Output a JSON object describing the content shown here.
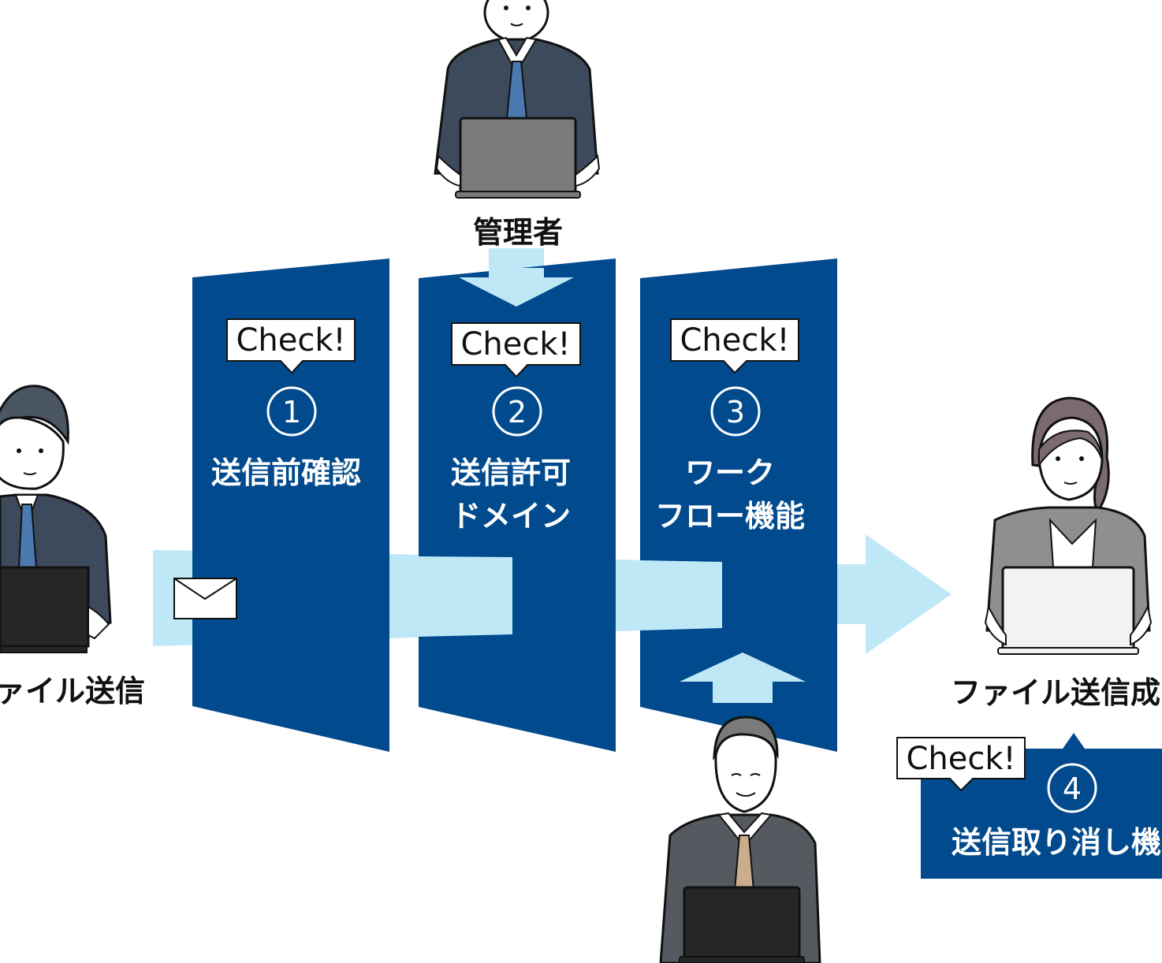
{
  "colors": {
    "gate_blue": "#004a8d",
    "flow_light_blue": "#bfe8f7",
    "check_border": "#111111",
    "check_fill": "#ffffff"
  },
  "persons": {
    "sender": {
      "label": "ァイル送信"
    },
    "admin": {
      "label": "管理者"
    },
    "recipient": {
      "label": "ファイル送信成す"
    },
    "approver": {
      "label": ""
    }
  },
  "gates": [
    {
      "check": "Check!",
      "number": "1",
      "lines": [
        "送信前確認"
      ]
    },
    {
      "check": "Check!",
      "number": "2",
      "lines": [
        "送信許可",
        "ドメイン"
      ]
    },
    {
      "check": "Check!",
      "number": "3",
      "lines": [
        "ワーク",
        "フロー機能"
      ]
    }
  ],
  "after_send": {
    "check": "Check!",
    "number": "4",
    "label": "送信取り消し機"
  },
  "icons": {
    "mail": "envelope-icon"
  }
}
